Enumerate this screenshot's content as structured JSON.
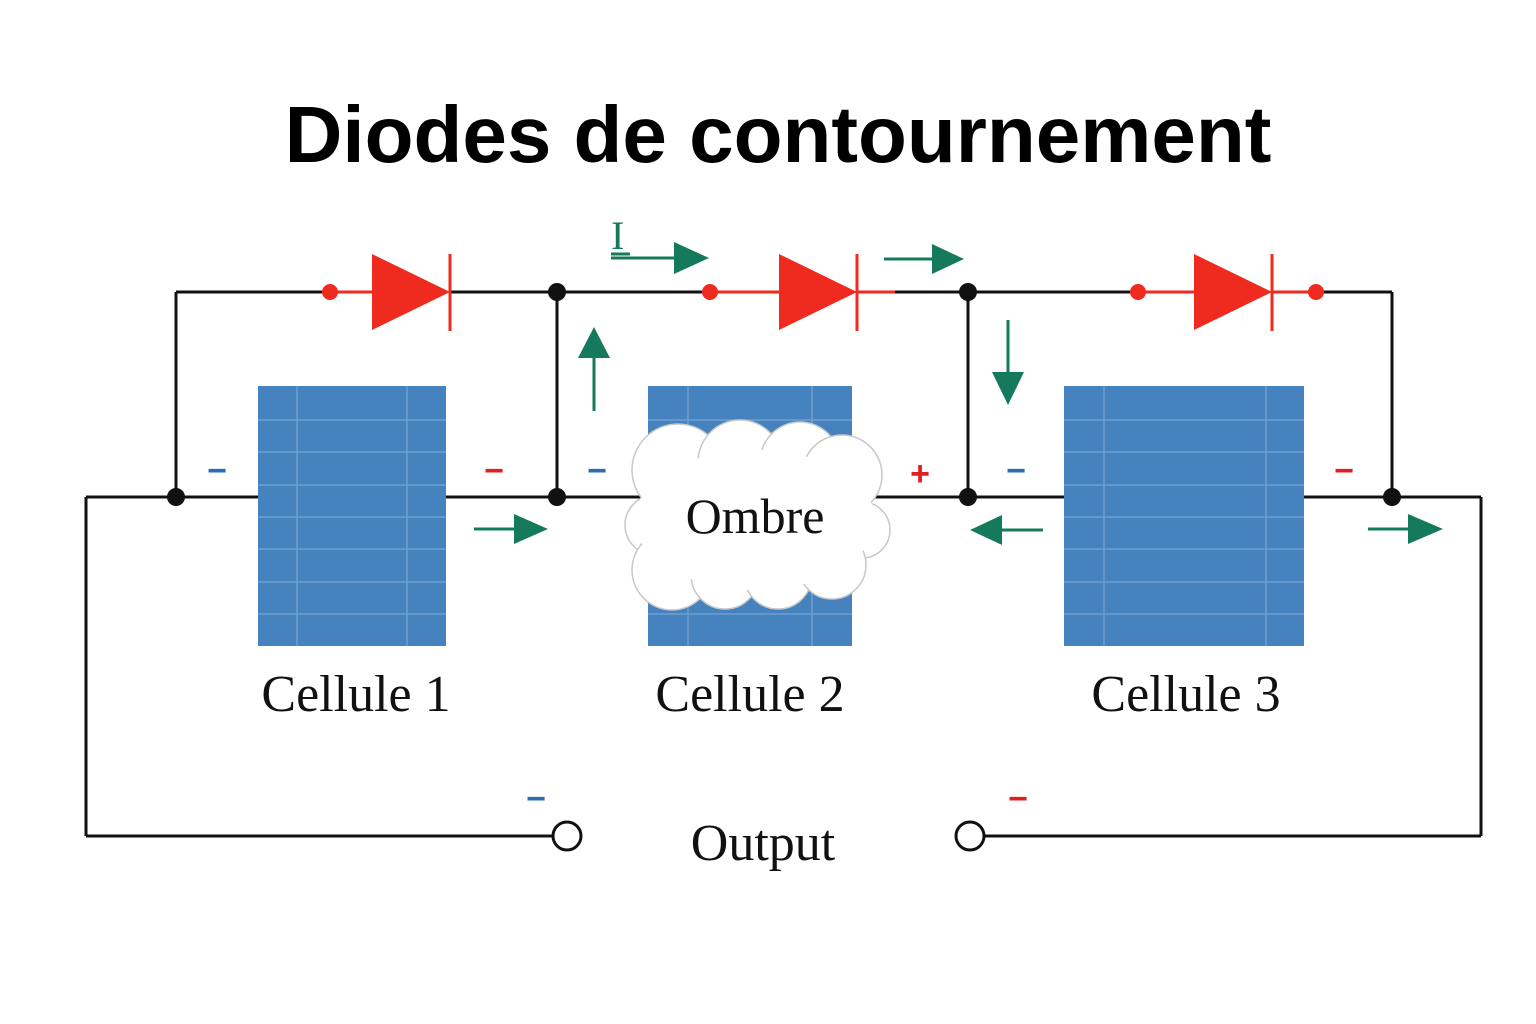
{
  "title": "Diodes de contournement",
  "current_label": "I",
  "shade_label": "Ombre",
  "output_label": "Output",
  "cells": [
    {
      "label": "Cellule 1",
      "left_sign": "−",
      "right_sign": "−"
    },
    {
      "label": "Cellule 2",
      "left_sign": "−",
      "right_sign": "+"
    },
    {
      "label": "Cellule 3",
      "left_sign": "−",
      "right_sign": "−"
    }
  ],
  "output_signs": {
    "left": "−",
    "right": "−"
  },
  "colors": {
    "wire": "#111111",
    "diode": "#ef2a1e",
    "panel": "#4682bd",
    "panel_grid": "#6fa0d2",
    "arrow": "#157a5b",
    "minus_blue": "#2c6db5",
    "sign_red": "#e02020"
  }
}
